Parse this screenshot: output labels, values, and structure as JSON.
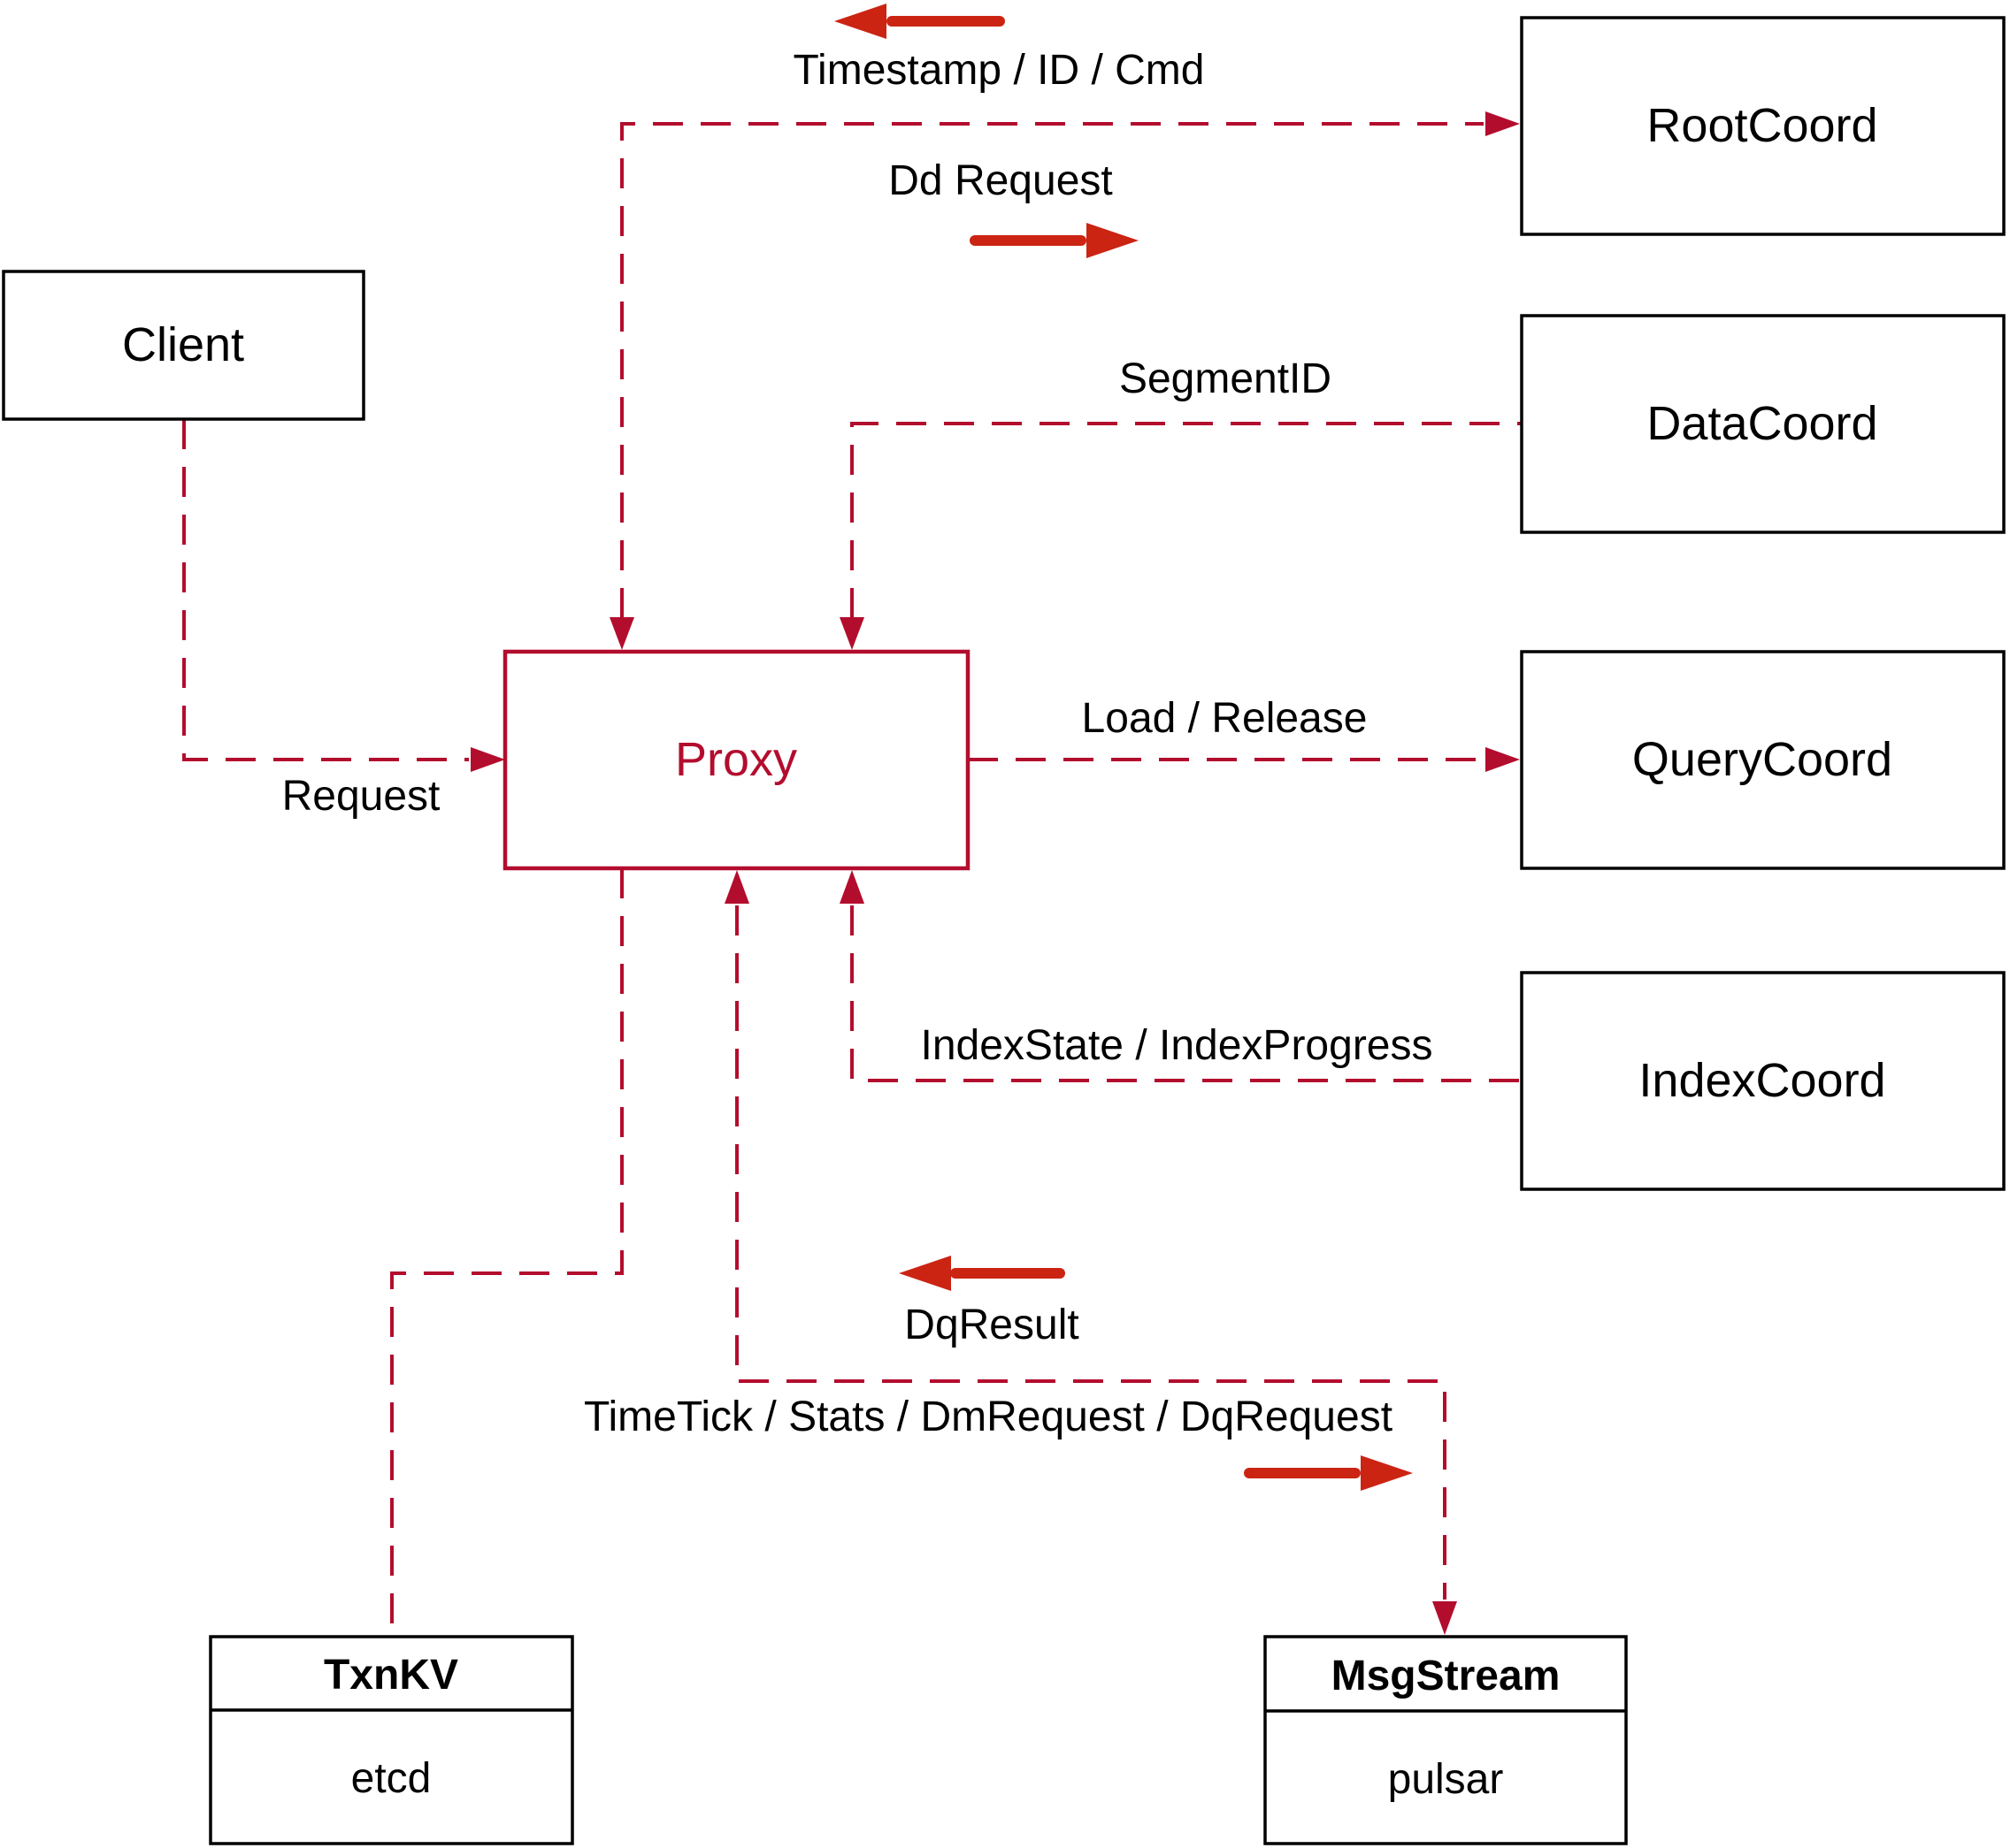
{
  "diagram": {
    "colors": {
      "line": "#b30d2e",
      "arrow": "#cb2413",
      "box_border": "#000000",
      "text": "#000000"
    },
    "nodes": {
      "client": {
        "label": "Client"
      },
      "proxy": {
        "label": "Proxy"
      },
      "root_coord": {
        "label": "RootCoord"
      },
      "data_coord": {
        "label": "DataCoord"
      },
      "query_coord": {
        "label": "QueryCoord"
      },
      "index_coord": {
        "label": "IndexCoord"
      },
      "txn_kv": {
        "title": "TxnKV",
        "subtitle": "etcd"
      },
      "msg_stream": {
        "title": "MsgStream",
        "subtitle": "pulsar"
      }
    },
    "edge_labels": {
      "timestamp": "Timestamp / ID / Cmd",
      "dd_request": "Dd Request",
      "segment_id": "SegmentID",
      "load_release": "Load / Release",
      "index_state": "IndexState / IndexProgress",
      "request": "Request",
      "dq_result": "DqResult",
      "timetick": "TimeTick / Stats / DmRequest / DqRequest"
    }
  }
}
